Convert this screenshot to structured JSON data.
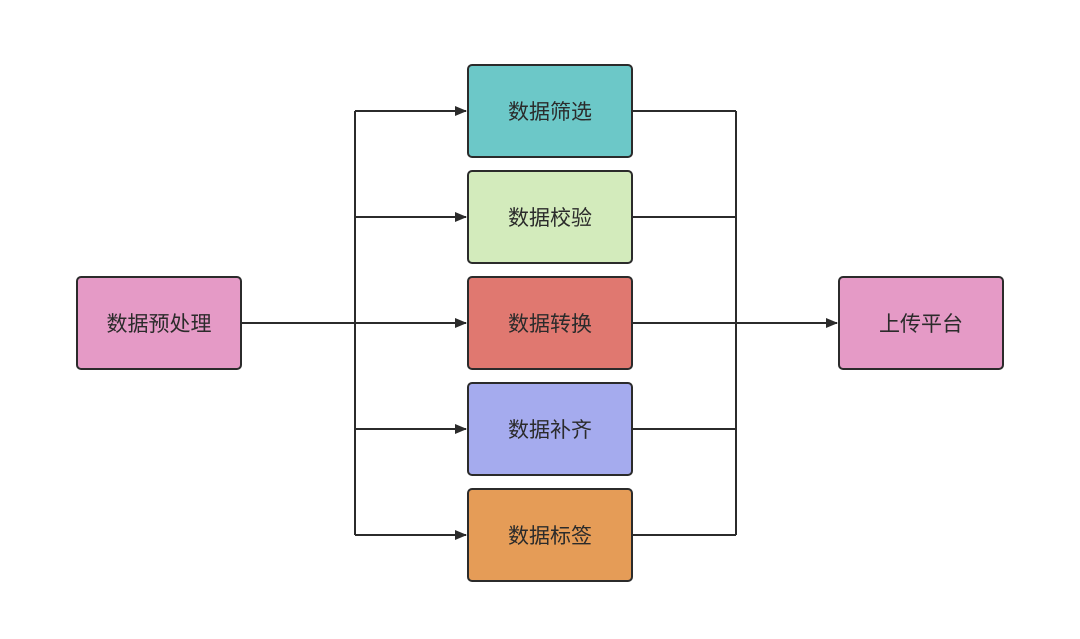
{
  "source": {
    "label": "数据预处理",
    "color": "#E59AC6"
  },
  "steps": [
    {
      "label": "数据筛选",
      "color": "#6CC8C8"
    },
    {
      "label": "数据校验",
      "color": "#D3EBBC"
    },
    {
      "label": "数据转换",
      "color": "#E07870"
    },
    {
      "label": "数据补齐",
      "color": "#A5ABEE"
    },
    {
      "label": "数据标签",
      "color": "#E59C57"
    }
  ],
  "target": {
    "label": "上传平台",
    "color": "#E59AC6"
  },
  "line_color": "#2b2b2b"
}
